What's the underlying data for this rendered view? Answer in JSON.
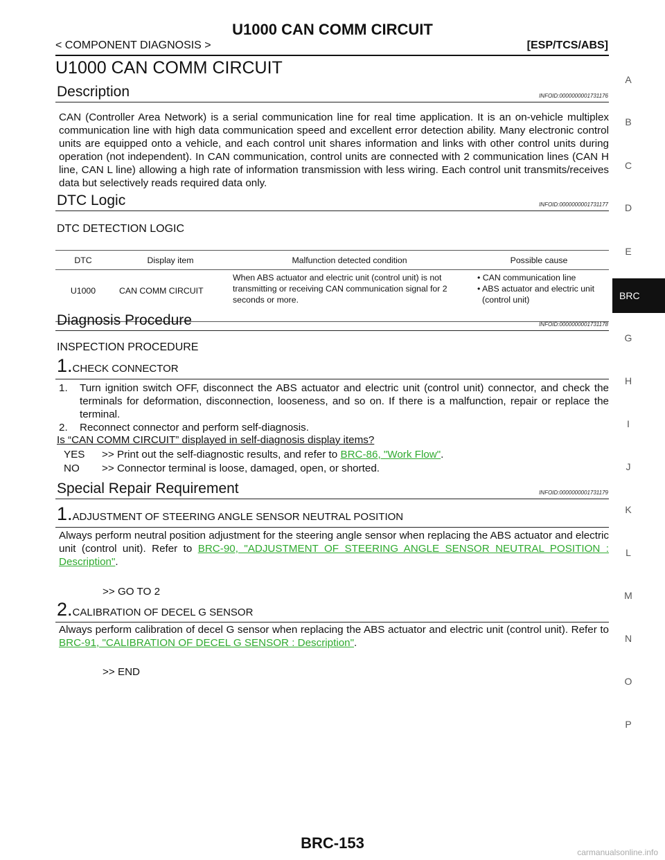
{
  "header": {
    "title": "U1000 CAN COMM CIRCUIT",
    "section": "< COMPONENT DIAGNOSIS >",
    "system": "[ESP/TCS/ABS]"
  },
  "page_title": "U1000 CAN COMM CIRCUIT",
  "description": {
    "heading": "Description",
    "infoid": "INFOID:0000000001731176",
    "text": "CAN (Controller Area Network) is a serial communication line for real time application. It is an on-vehicle multiplex communication line with high data communication speed and excellent error detection ability. Many electronic control units are equipped onto a vehicle, and each control unit shares information and links with other control units during operation (not independent). In CAN communication, control units are connected with 2 communication lines (CAN H line, CAN L line) allowing a high rate of information transmission with less wiring. Each control unit transmits/receives data but selectively reads required data only."
  },
  "dtc_logic": {
    "heading": "DTC Logic",
    "infoid": "INFOID:0000000001731177",
    "subheading": "DTC DETECTION LOGIC",
    "table": {
      "headers": [
        "DTC",
        "Display item",
        "Malfunction detected condition",
        "Possible cause"
      ],
      "row": {
        "dtc": "U1000",
        "display_item": "CAN COMM CIRCUIT",
        "condition": "When ABS actuator and electric unit (control unit) is not transmitting or receiving CAN communication signal for 2 seconds or more.",
        "cause_1": "CAN communication line",
        "cause_2": "ABS actuator and electric unit (control unit)"
      }
    }
  },
  "diagnosis": {
    "heading": "Diagnosis Procedure",
    "infoid": "INFOID:0000000001731178",
    "subheading": "INSPECTION PROCEDURE",
    "step1_num": "1.",
    "step1_title": "CHECK CONNECTOR",
    "item1_num": "1.",
    "item1_text": "Turn ignition switch OFF, disconnect the ABS actuator and electric unit (control unit) connector, and check the terminals for deformation, disconnection, looseness, and so on. If there is a malfunction, repair or replace the terminal.",
    "item2_num": "2.",
    "item2_text": "Reconnect connector and perform self-diagnosis.",
    "question": "Is “CAN COMM CIRCUIT” displayed in self-diagnosis display items?",
    "yes_key": "YES",
    "yes_text": ">> Print out the self-diagnostic results, and refer to ",
    "yes_link": "BRC-86, \"Work Flow\"",
    "yes_end": ".",
    "no_key": "NO",
    "no_text": ">> Connector terminal is loose, damaged, open, or shorted."
  },
  "special": {
    "heading": "Special Repair Requirement",
    "infoid": "INFOID:0000000001731179",
    "step1_num": "1.",
    "step1_title": "ADJUSTMENT OF STEERING ANGLE SENSOR NEUTRAL POSITION",
    "step1_text": "Always perform neutral position adjustment for the steering angle sensor when replacing the ABS actuator and electric unit (control unit). Refer to ",
    "step1_link": "BRC-90, \"ADJUSTMENT OF STEERING ANGLE SENSOR NEUTRAL POSITION : Description\"",
    "step1_end": ".",
    "step1_goto": ">> GO TO 2",
    "step2_num": "2.",
    "step2_title": "CALIBRATION OF DECEL G SENSOR",
    "step2_text": "Always perform calibration of decel G sensor when replacing the ABS actuator and electric unit (control unit). Refer to ",
    "step2_link": "BRC-91, \"CALIBRATION OF DECEL G SENSOR : Description\"",
    "step2_end": ".",
    "step2_goto": ">> END"
  },
  "side_index": {
    "letters": [
      "A",
      "B",
      "C",
      "D",
      "E",
      "G",
      "H",
      "I",
      "J",
      "K",
      "L",
      "M",
      "N",
      "O",
      "P"
    ],
    "active": "BRC"
  },
  "footer": {
    "page": "BRC-153",
    "watermark": "carmanualsonline.info"
  },
  "colors": {
    "link": "#2faa2f",
    "active_tab_bg": "#111111"
  }
}
